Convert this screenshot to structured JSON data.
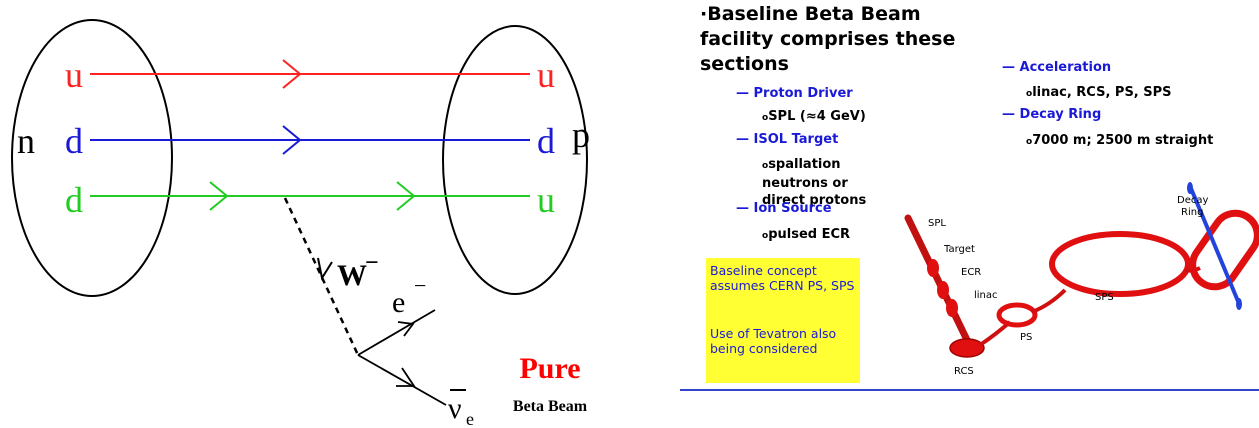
{
  "left": {
    "quarks_left": [
      "u",
      "d",
      "d"
    ],
    "quarks_right": [
      "u",
      "d",
      "u"
    ],
    "neutron_label": "n",
    "proton_label": "p",
    "boson_label": "W",
    "boson_charge": "−",
    "electron_label": "e",
    "electron_charge": "−",
    "neutrino_label": "ν",
    "neutrino_sub": "e",
    "caption_main": "Pure",
    "caption_sub": "Beta Beam",
    "colors": {
      "u_line": "#ff2222",
      "d_line": "#1a1ad6",
      "d2_line": "#22cc22",
      "caption": "#ff0000"
    }
  },
  "right": {
    "heading": "Baseline Beta Beam facility comprises these sections",
    "sections_left": [
      {
        "title": "Proton Driver",
        "items": [
          "SPL (≈4 GeV)"
        ]
      },
      {
        "title": "ISOL Target",
        "items": [
          "spallation neutrons or direct protons"
        ]
      },
      {
        "title": "Ion Source",
        "items": [
          "pulsed ECR"
        ]
      }
    ],
    "sections_right": [
      {
        "title": "Acceleration",
        "items": [
          "linac, RCS, PS, SPS"
        ]
      },
      {
        "title": "Decay Ring",
        "items": [
          "7000 m; 2500 m straight"
        ]
      }
    ],
    "callout": {
      "line1": "Baseline concept assumes CERN PS, SPS",
      "line2": "Use of Tevatron also being considered"
    },
    "map_labels": {
      "spl": "SPL",
      "target": "Target",
      "ecr": "ECR",
      "linac": "linac",
      "sps": "SPS",
      "ps": "PS",
      "rcs": "RCS",
      "decay": "Decay",
      "ring": "Ring"
    },
    "colors": {
      "accelerator": "#e01010",
      "callout_bg": "#ffff33",
      "text_blue": "#1a1ad6"
    }
  }
}
